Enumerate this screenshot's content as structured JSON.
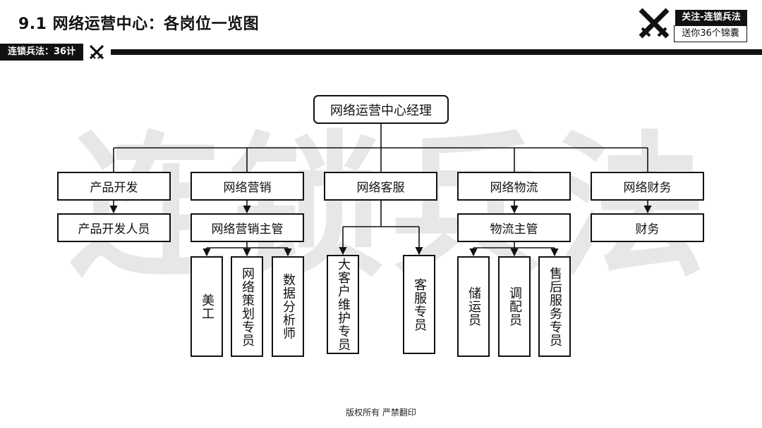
{
  "header": {
    "title": "9.1 网络运营中心：各岗位一览图",
    "series": "连锁兵法：36计",
    "follow": "关注-连锁兵法",
    "gift": "送你36个锦囊",
    "icon": "crossed-swords-icon"
  },
  "watermark": "连锁兵法",
  "org": {
    "root": "网络运营中心经理",
    "departments": [
      {
        "name": "产品开发",
        "sub": "产品开发人员"
      },
      {
        "name": "网络营销",
        "sub": "网络营销主管",
        "roles": [
          "美工",
          "网络策划专员",
          "数据分析师"
        ]
      },
      {
        "name": "网络客服",
        "roles": [
          "大客户维护专员",
          "客服专员"
        ]
      },
      {
        "name": "网络物流",
        "sub": "物流主管",
        "roles": [
          "储运员",
          "调配员",
          "售后服务专员"
        ]
      },
      {
        "name": "网络财务",
        "sub": "财务"
      }
    ]
  },
  "footer": "版权所有 严禁翻印"
}
